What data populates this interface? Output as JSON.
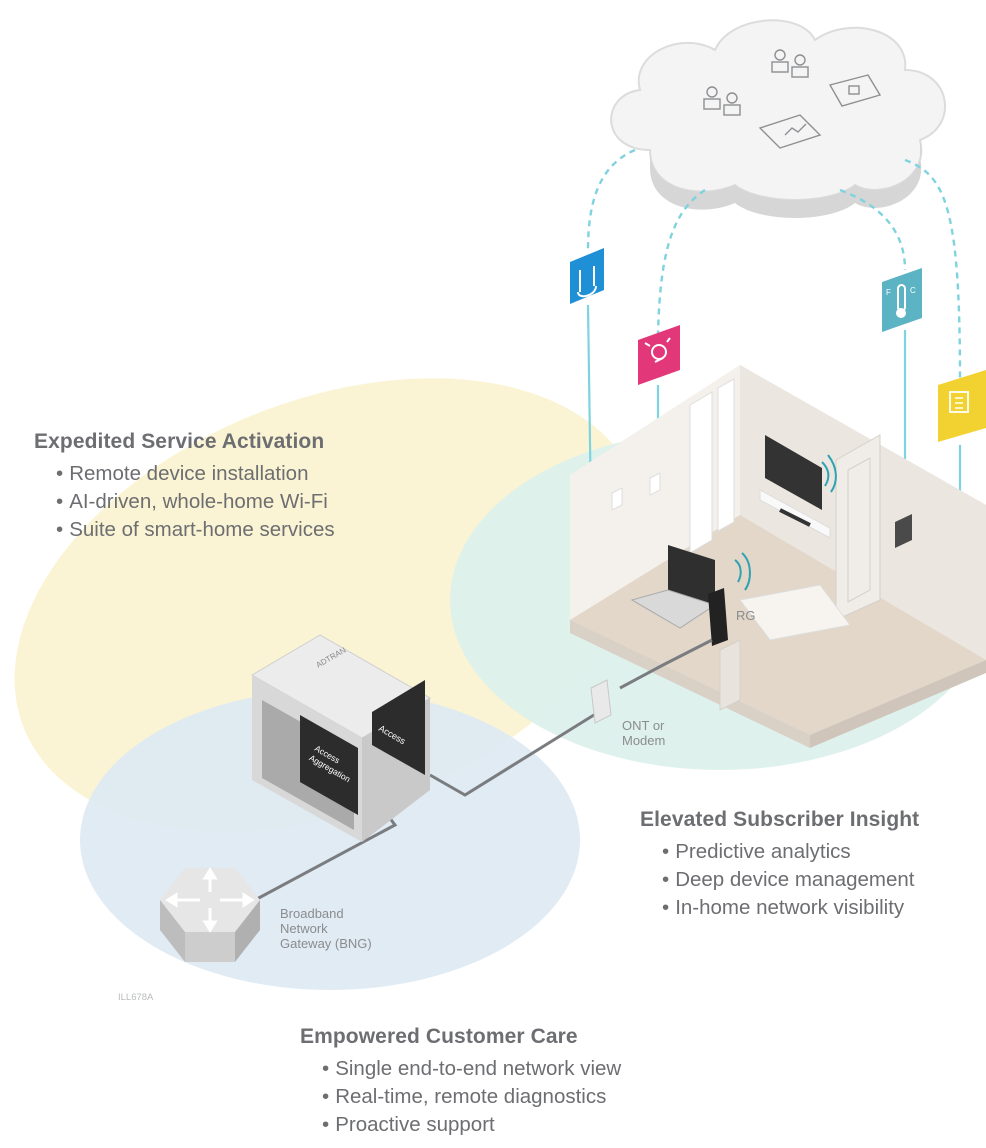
{
  "colors": {
    "yellow_zone": "#fbf4d4",
    "green_zone": "#ddf0ec",
    "blue_zone": "#dde9f3",
    "dashed_line": "#7fd3de",
    "cable": "#7a7c7f",
    "text": "#6d6e71",
    "icon_blue": "#1f8fd6",
    "icon_pink": "#e2387a",
    "icon_teal": "#5bb3c4",
    "icon_yellow": "#f2d230"
  },
  "icons": [
    "plug-icon",
    "lightbulb-icon",
    "thermometer-icon",
    "keypad-icon",
    "people-icon",
    "lock-screen-icon",
    "analytics-monitor-icon",
    "router-arrows-icon"
  ],
  "sections": {
    "activation": {
      "title": "Expedited Service Activation",
      "items": [
        "Remote device installation",
        "AI-driven, whole-home Wi-Fi",
        "Suite of smart-home services"
      ]
    },
    "insight": {
      "title": "Elevated Subscriber Insight",
      "items": [
        "Predictive analytics",
        "Deep device management",
        "In-home network visibility"
      ]
    },
    "care": {
      "title": "Empowered Customer Care",
      "items": [
        "Single end-to-end network view",
        "Real-time, remote diagnostics",
        "Proactive support"
      ]
    }
  },
  "labels": {
    "rg": "RG",
    "ont": "ONT or\nModem",
    "bng": "Broadband\nNetwork\nGateway (BNG)",
    "access": "Access",
    "access_aggregation": "Access\nAggregation",
    "chassis_logo": "ADTRAN",
    "temp_f": "F",
    "temp_c": "C",
    "code": "ILL678A"
  }
}
